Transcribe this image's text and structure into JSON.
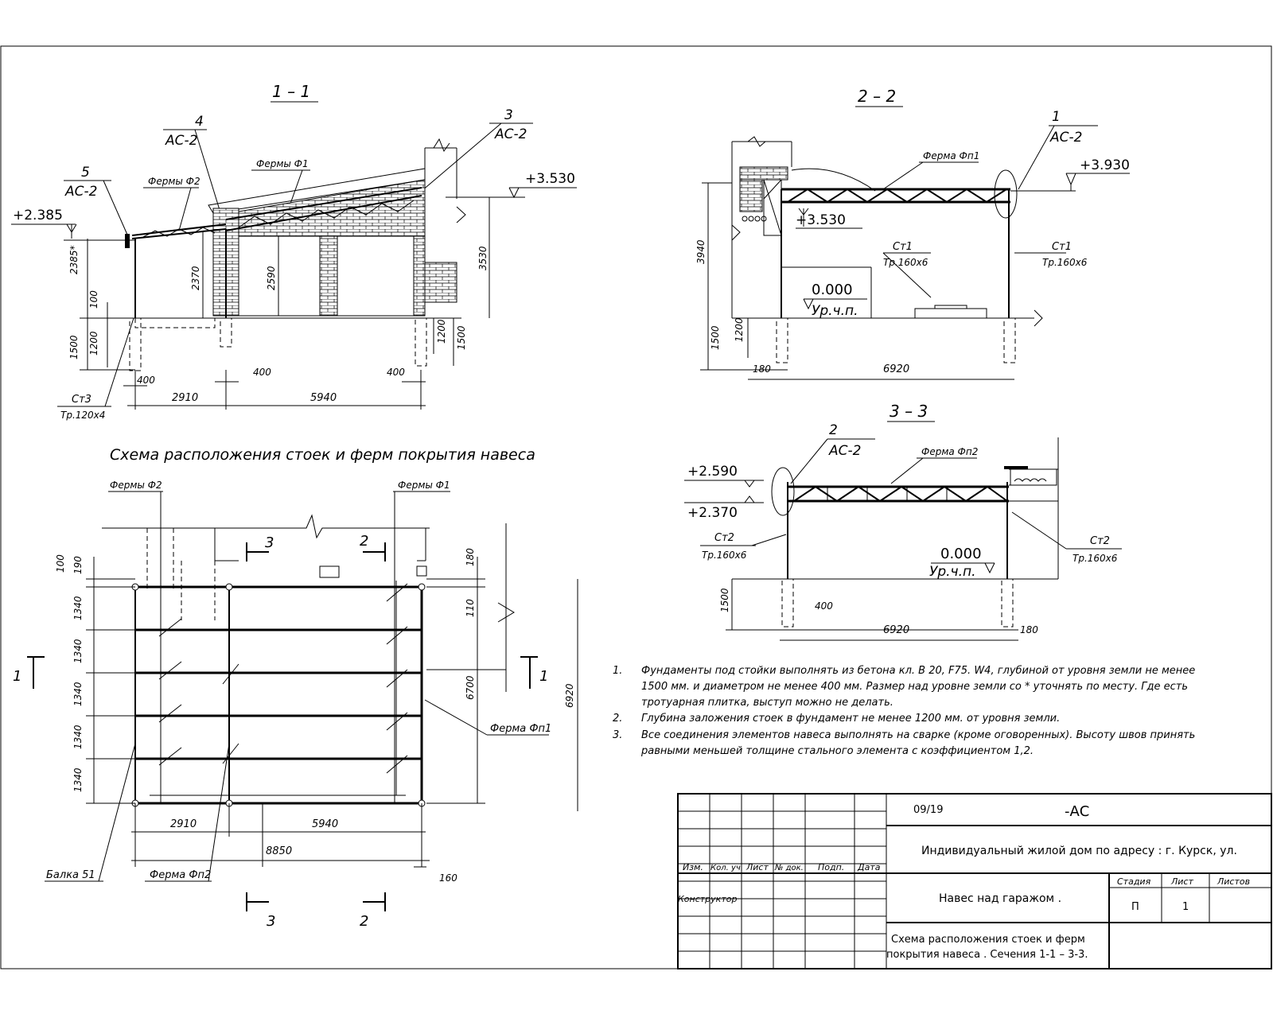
{
  "section_1_1": {
    "title": "1 – 1",
    "callout_5": {
      "num": "5",
      "ref": "АС-2"
    },
    "callout_4": {
      "num": "4",
      "ref": "АС-2"
    },
    "callout_3": {
      "num": "3",
      "ref": "АС-2"
    },
    "trusses_f2": "Фермы Ф2",
    "trusses_f1": "Фермы Ф1",
    "elev_left": "+2.385",
    "elev_right": "+3.530",
    "dim_2385": "2385*",
    "dim_100": "100",
    "dim_2370": "2370",
    "dim_2590": "2590",
    "dim_3530": "3530",
    "dim_1500_left": "1500",
    "dim_1200_left": "1200",
    "dim_1200_right": "1200",
    "dim_1500_right": "1500",
    "dim_400_a": "400",
    "dim_400_b": "400",
    "dim_400_c": "400",
    "dim_2910": "2910",
    "dim_5940": "5940",
    "post_label": "Ст3",
    "post_spec": "Тр.120х4"
  },
  "section_2_2": {
    "title": "2 – 2",
    "callout_1": {
      "num": "1",
      "ref": "АС-2"
    },
    "truss": "Ферма Фп1",
    "elev_top": "+3.930",
    "elev_mid": "+3.530",
    "elev_zero": "0.000",
    "ground": "Ур.ч.п.",
    "post_left": "Ст1",
    "post_left_spec": "Тр.160х6",
    "post_right": "Ст1",
    "post_right_spec": "Тр.160х6",
    "dim_3940": "3940",
    "dim_1500": "1500",
    "dim_1200": "1200",
    "dim_180": "180",
    "dim_6920": "6920"
  },
  "section_3_3": {
    "title": "3 – 3",
    "callout_2": {
      "num": "2",
      "ref": "АС-2"
    },
    "truss": "Ферма Фп2",
    "elev_top": "+2.590",
    "elev_low": "+2.370",
    "elev_zero": "0.000",
    "ground": "Ур.ч.п.",
    "post_left": "Ст2",
    "post_left_spec": "Тр.160х6",
    "post_right": "Ст2",
    "post_right_spec": "Тр.160х6",
    "dim_1500": "1500",
    "dim_400": "400",
    "dim_6920": "6920",
    "dim_180": "180"
  },
  "plan": {
    "title": "Схема расположения стоек и ферм покрытия навеса",
    "trusses_f2": "Фермы Ф2",
    "trusses_f1": "Фермы Ф1",
    "truss_fp1": "Ферма Фп1",
    "truss_fp2": "Ферма Фп2",
    "beam": "Балка 51",
    "cut_1": "1",
    "cut_2": "2",
    "cut_3": "3",
    "dim_100": "100",
    "dim_190": "190",
    "dim_1340": [
      "1340",
      "1340",
      "1340",
      "1340",
      "1340"
    ],
    "dim_180": "180",
    "dim_110": "110",
    "dim_6700": "6700",
    "dim_6920": "6920",
    "dim_2910": "2910",
    "dim_5940": "5940",
    "dim_8850": "8850",
    "dim_160": "160"
  },
  "notes": [
    {
      "num": "1.",
      "text": "Фундаменты под стойки выполнять из бетона кл. В 20, F75. W4,  глубиной от уровня земли не менее",
      "line2": "1500 мм. и диаметром не менее  400 мм. Размер над уровне земли со  * уточнять по месту. Где есть",
      "line3": "тротуарная плитка, выступ можно не делать."
    },
    {
      "num": "2.",
      "text": "Глубина заложения стоек в фундамент не менее  1200 мм. от уровня земли."
    },
    {
      "num": "3.",
      "text": "Все соединения элементов навеса выполнять на сварке  (кроме оговоренных).  Высоту швов принять",
      "line2": "равными меньшей толщине стального элемента с коэффициентом  1,2."
    }
  ],
  "title_block": {
    "code": "09/19",
    "mark": "-АС",
    "project": "Индивидуальный жилой дом по адресу  : г. Курск, ул.",
    "object": "Навес над гаражом .",
    "sheet_title_1": "Схема расположения стоек и ферм",
    "sheet_title_2": "покрытия навеса . Сечения  1-1 – 3-3.",
    "cols": [
      "Изм.",
      "Кол. уч",
      "Лист",
      "№ док.",
      "Подп.",
      "Дата"
    ],
    "role": "Конструктор",
    "stage_label": "Стадия",
    "sheet_label": "Лист",
    "sheets_label": "Листов",
    "stage": "П",
    "sheet": "1",
    "sheets": ""
  }
}
